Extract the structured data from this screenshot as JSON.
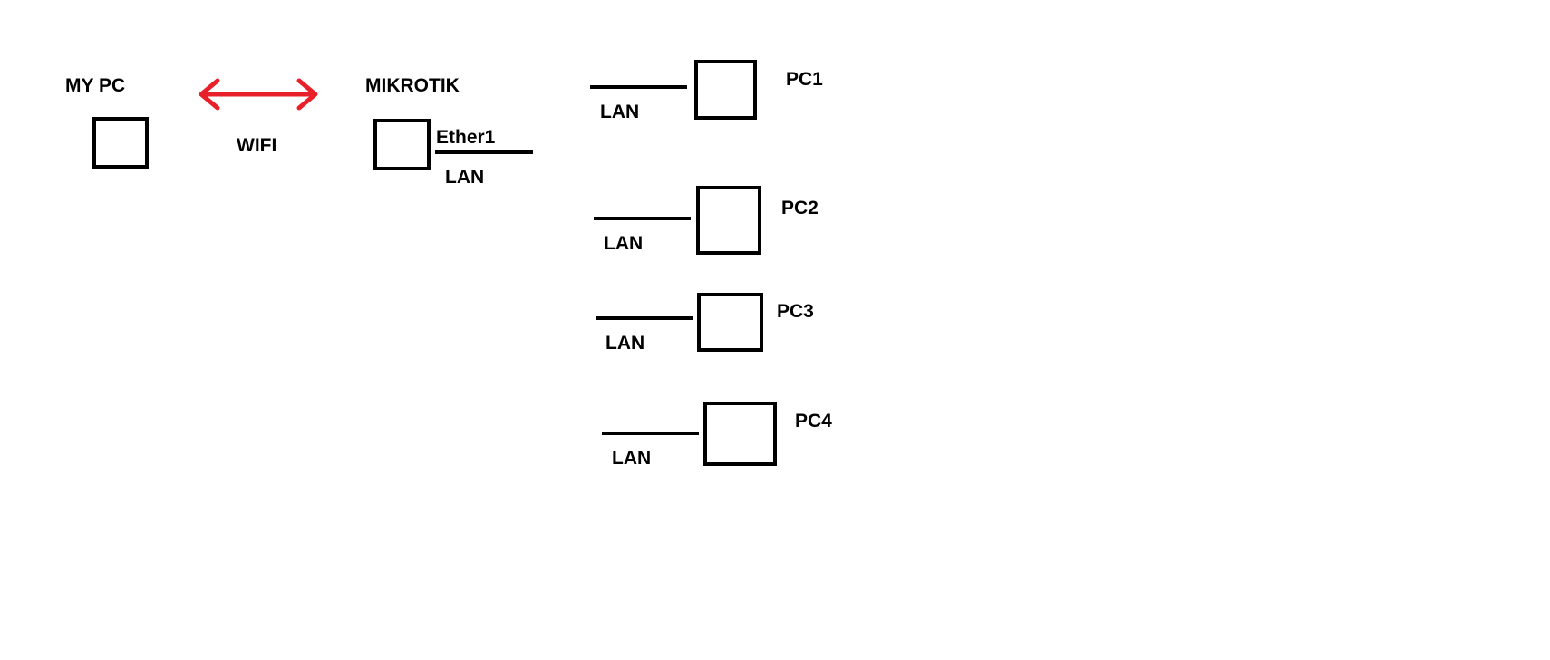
{
  "diagram": {
    "my_pc": {
      "label": "MY PC"
    },
    "wifi": {
      "label": "WIFI",
      "arrow_color": "#e8202a"
    },
    "mikrotik": {
      "label": "MIKROTIK",
      "port_label": "Ether1",
      "link_label": "LAN"
    },
    "pcs": [
      {
        "label": "PC1",
        "link_label": "LAN"
      },
      {
        "label": "PC2",
        "link_label": "LAN"
      },
      {
        "label": "PC3",
        "link_label": "LAN"
      },
      {
        "label": "PC4",
        "link_label": "LAN"
      }
    ]
  }
}
